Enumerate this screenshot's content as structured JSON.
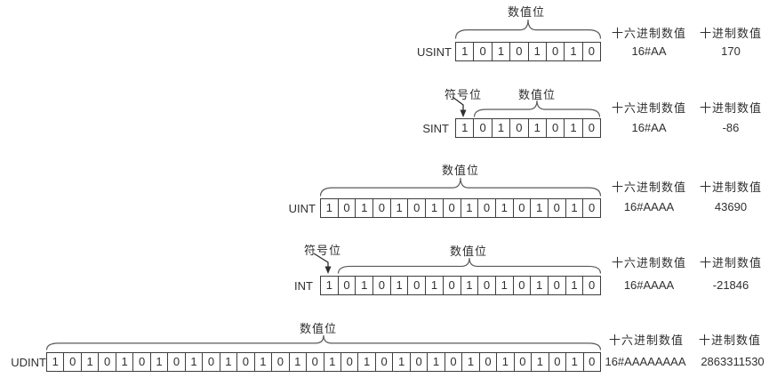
{
  "diagram": {
    "headers": {
      "hex": "十六进制数值",
      "dec": "十进制数值"
    },
    "labels": {
      "value_bits": "数值位",
      "sign_bit": "符号位"
    },
    "rows": [
      {
        "type": "USINT",
        "bits": "10101010",
        "signed": false,
        "hex": "16#AA",
        "dec": "170"
      },
      {
        "type": "SINT",
        "bits": "10101010",
        "signed": true,
        "hex": "16#AA",
        "dec": "-86"
      },
      {
        "type": "UINT",
        "bits": "1010101010101010",
        "signed": false,
        "hex": "16#AAAA",
        "dec": "43690"
      },
      {
        "type": "INT",
        "bits": "1010101010101010",
        "signed": true,
        "hex": "16#AAAA",
        "dec": "-21846"
      },
      {
        "type": "UDINT",
        "bits": "10101010101010101010101010101010",
        "signed": false,
        "hex": "16#AAAAAAAA",
        "dec": "2863311530"
      }
    ],
    "colors": {
      "ink": "#2f2f2f",
      "line": "#5a5a5a",
      "background": "#ffffff"
    }
  }
}
